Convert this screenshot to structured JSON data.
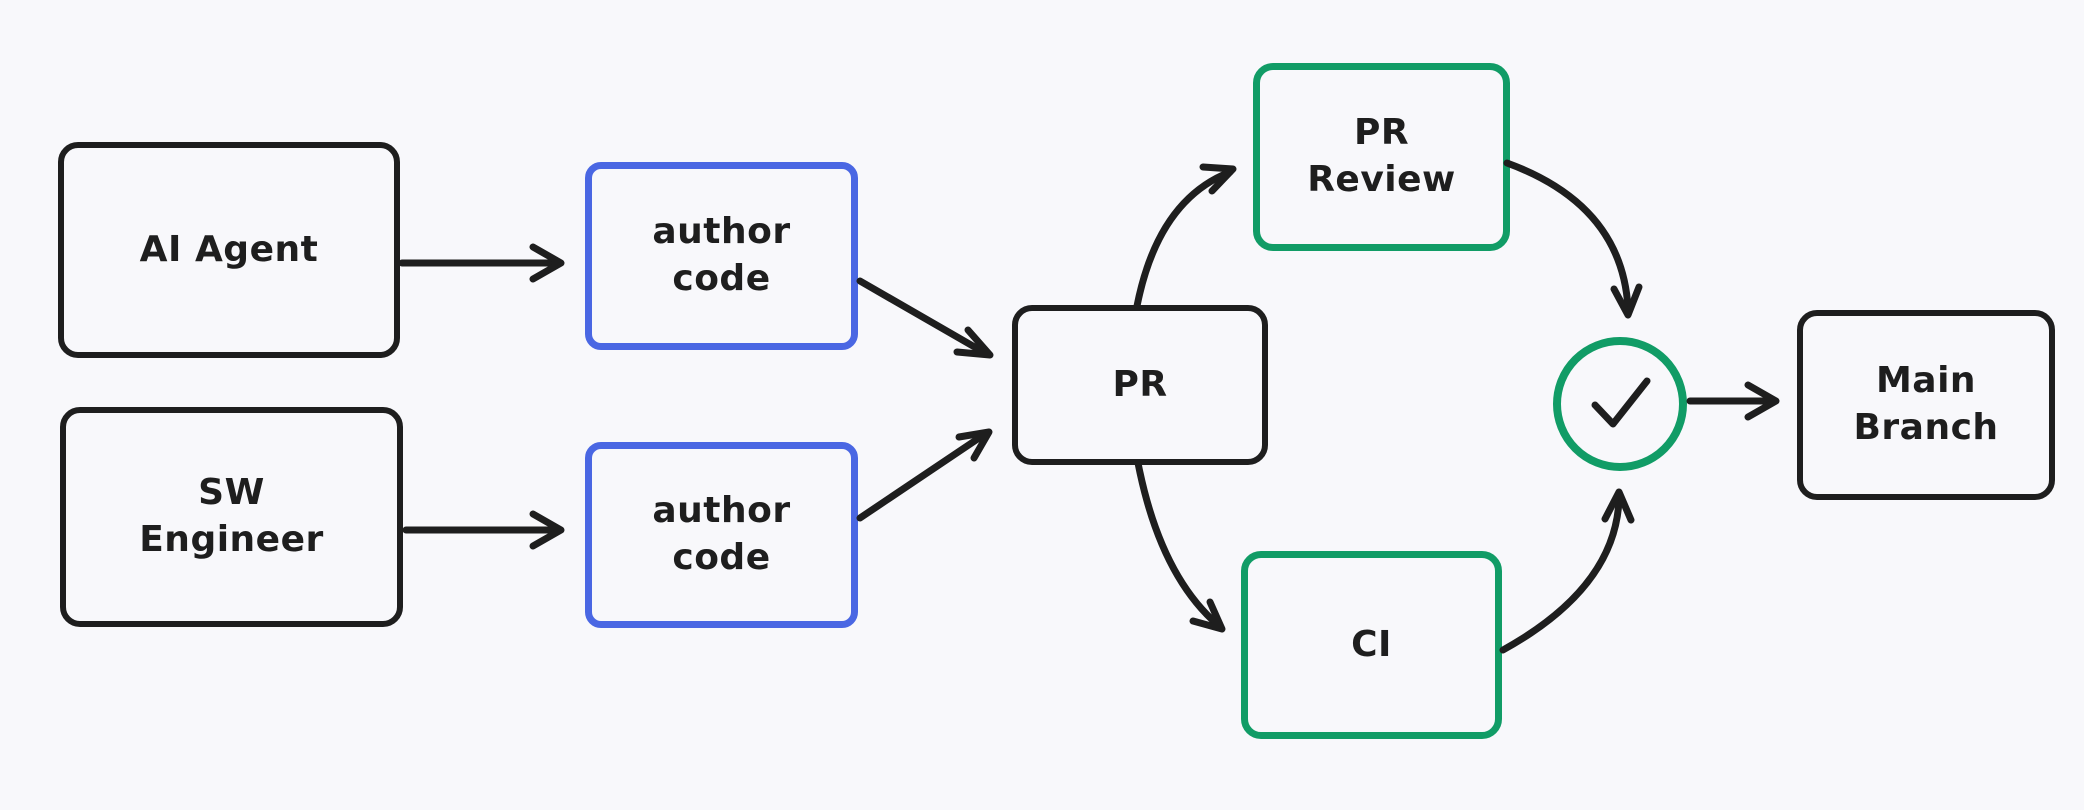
{
  "diagram": {
    "title": "PR workflow diagram",
    "colors": {
      "background": "#f8f8fb",
      "stroke": "#1e1e1e",
      "author_accent": "#4a67e3",
      "check_accent": "#119c66"
    },
    "nodes": {
      "ai_agent": {
        "label": "AI Agent"
      },
      "sw_engineer": {
        "label": "SW\nEngineer"
      },
      "author_code_top": {
        "label": "author\ncode"
      },
      "author_code_bottom": {
        "label": "author\ncode"
      },
      "pr": {
        "label": "PR"
      },
      "pr_review": {
        "label": "PR\nReview"
      },
      "ci": {
        "label": "CI"
      },
      "checks_passed": {
        "icon": "checkmark"
      },
      "main_branch": {
        "label": "Main\nBranch"
      }
    },
    "edges": [
      {
        "from": "ai_agent",
        "to": "author_code_top"
      },
      {
        "from": "sw_engineer",
        "to": "author_code_bottom"
      },
      {
        "from": "author_code_top",
        "to": "pr"
      },
      {
        "from": "author_code_bottom",
        "to": "pr"
      },
      {
        "from": "pr",
        "to": "pr_review"
      },
      {
        "from": "pr",
        "to": "ci"
      },
      {
        "from": "pr_review",
        "to": "checks_passed"
      },
      {
        "from": "ci",
        "to": "checks_passed"
      },
      {
        "from": "checks_passed",
        "to": "main_branch"
      }
    ]
  }
}
